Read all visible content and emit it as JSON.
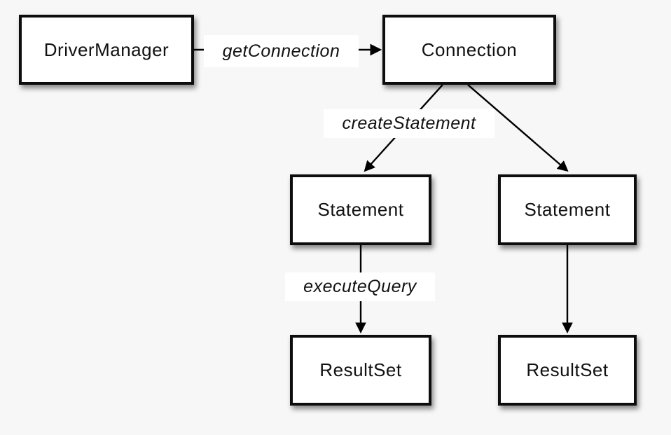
{
  "diagram": {
    "description": "JDBC object creation flow diagram",
    "colors": {
      "background": "#f7f7f7",
      "node_fill": "#ffffff",
      "node_border": "#0d0d0d",
      "line": "#000000",
      "label_background": "#ffffff"
    },
    "nodes": [
      {
        "id": "driver-manager",
        "label": "DriverManager"
      },
      {
        "id": "connection",
        "label": "Connection"
      },
      {
        "id": "statement-left",
        "label": "Statement"
      },
      {
        "id": "statement-right",
        "label": "Statement"
      },
      {
        "id": "resultset-left",
        "label": "ResultSet"
      },
      {
        "id": "resultset-right",
        "label": "ResultSet"
      }
    ],
    "edges": [
      {
        "from": "driver-manager",
        "to": "connection",
        "label": "getConnection"
      },
      {
        "from": "connection",
        "to": "statement-left",
        "label": "createStatement"
      },
      {
        "from": "connection",
        "to": "statement-right",
        "label": ""
      },
      {
        "from": "statement-left",
        "to": "resultset-left",
        "label": "executeQuery"
      },
      {
        "from": "statement-right",
        "to": "resultset-right",
        "label": ""
      }
    ]
  }
}
